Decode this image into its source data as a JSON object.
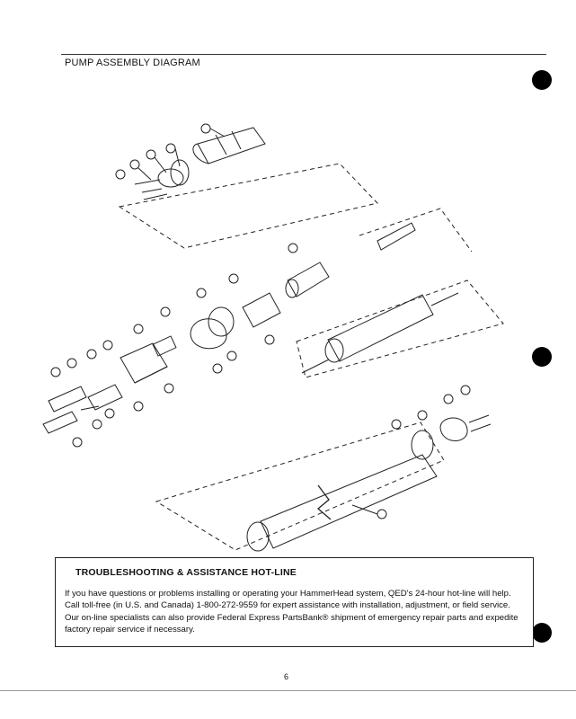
{
  "page": {
    "title": "PUMP ASSEMBLY DIAGRAM",
    "page_number": "6"
  },
  "hotline": {
    "title": "TROUBLESHOOTING & ASSISTANCE HOT-LINE",
    "body": "If you have questions or problems installing or operating your HammerHead system, QED's 24-hour hot-line will help.  Call toll-free (in U.S. and Canada) 1-800-272-9559 for expert assistance with installation, adjustment, or field service.  Our on-line specialists can also provide Federal Express PartsBank® shipment of emergency repair parts and expedite factory repair service if necessary."
  }
}
